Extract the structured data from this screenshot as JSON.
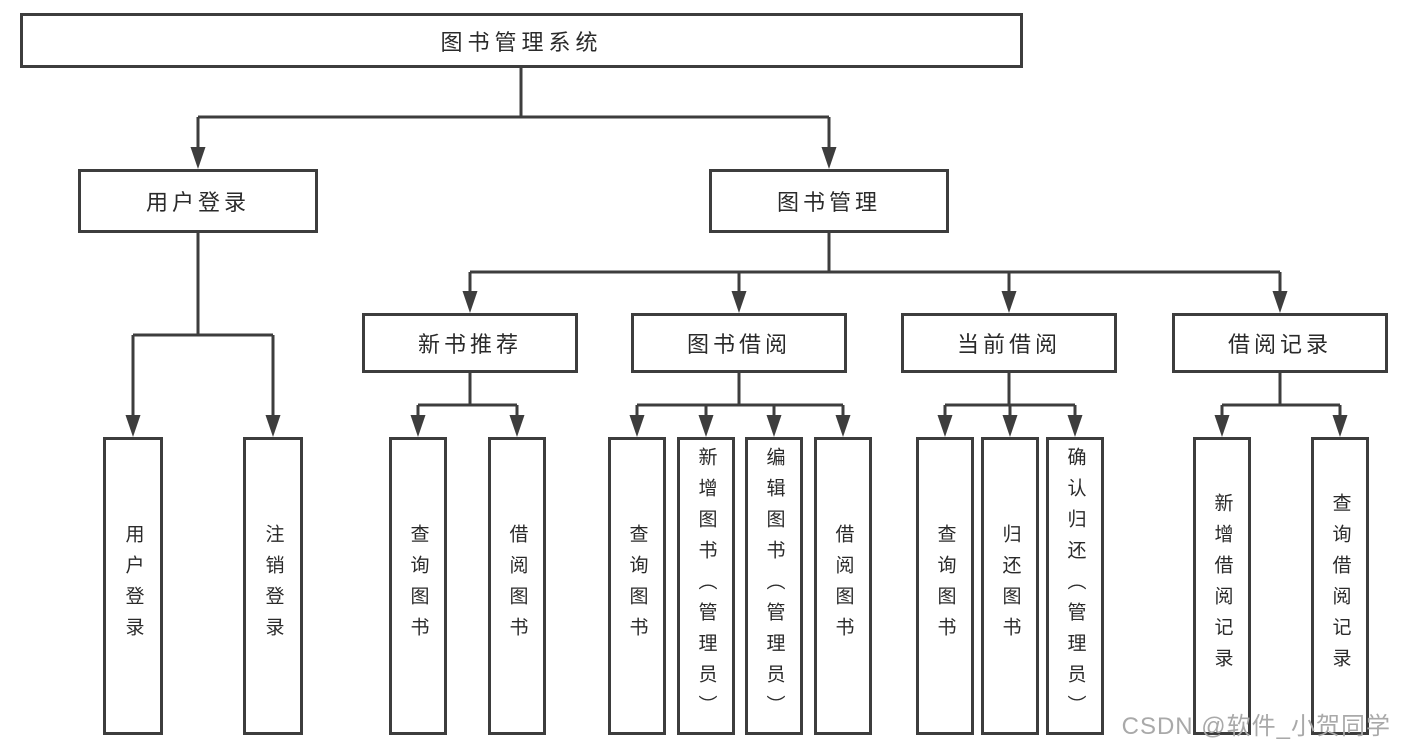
{
  "tree": {
    "root": {
      "label": "图书管理系统",
      "children": [
        {
          "label": "用户登录",
          "children": [
            {
              "label": "用户登录"
            },
            {
              "label": "注销登录"
            }
          ]
        },
        {
          "label": "图书管理",
          "children": [
            {
              "label": "新书推荐",
              "children": [
                {
                  "label": "查询图书"
                },
                {
                  "label": "借阅图书"
                }
              ]
            },
            {
              "label": "图书借阅",
              "children": [
                {
                  "label": "查询图书"
                },
                {
                  "label": "新增图书（管理员）"
                },
                {
                  "label": "编辑图书（管理员）"
                },
                {
                  "label": "借阅图书"
                }
              ]
            },
            {
              "label": "当前借阅",
              "children": [
                {
                  "label": "查询图书"
                },
                {
                  "label": "归还图书"
                },
                {
                  "label": "确认归还（管理员）"
                }
              ]
            },
            {
              "label": "借阅记录",
              "children": [
                {
                  "label": "新增借阅记录"
                },
                {
                  "label": "查询借阅记录"
                }
              ]
            }
          ]
        }
      ]
    }
  },
  "watermark": "CSDN @软件_小贺同学",
  "colors": {
    "line": "#3d3d3d",
    "text": "#2a2a2a",
    "watermark": "#a9a9a9",
    "bg": "#ffffff"
  }
}
